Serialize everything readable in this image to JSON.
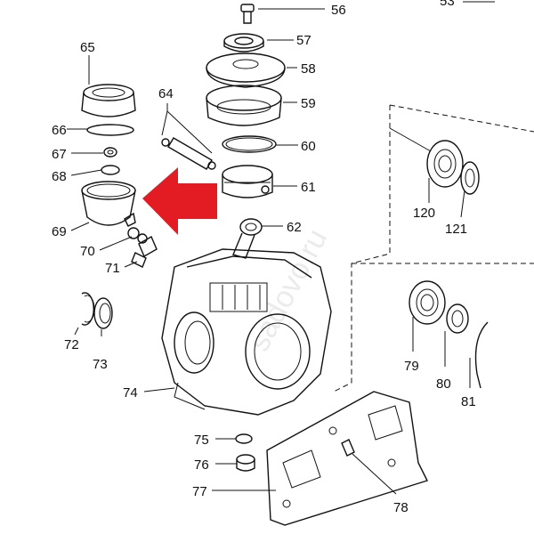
{
  "labels": {
    "l53": "53",
    "l56": "56",
    "l57": "57",
    "l58": "58",
    "l59": "59",
    "l60": "60",
    "l61": "61",
    "l62": "62",
    "l64": "64",
    "l65": "65",
    "l66": "66",
    "l67": "67",
    "l68": "68",
    "l69": "69",
    "l70": "70",
    "l71": "71",
    "l72": "72",
    "l73": "73",
    "l74": "74",
    "l75": "75",
    "l76": "76",
    "l77": "77",
    "l78": "78",
    "l79": "79",
    "l80": "80",
    "l81": "81",
    "l120": "120",
    "l121": "121"
  },
  "watermark": "sadovo.ru",
  "colors": {
    "arrow": "#e31b23",
    "ink": "#111111"
  }
}
